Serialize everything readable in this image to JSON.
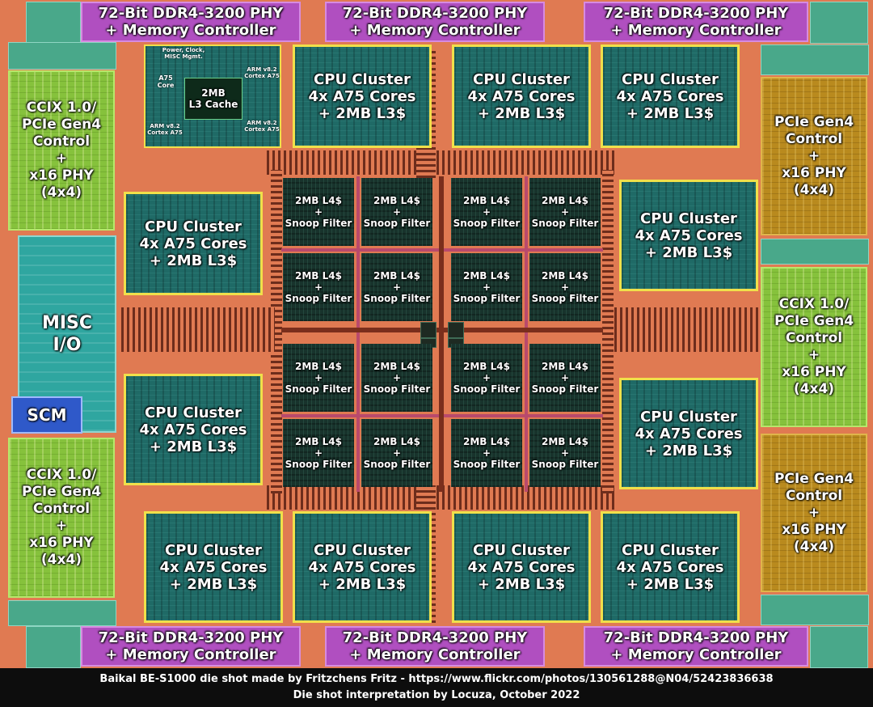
{
  "memory_controller_label": "72-Bit DDR4-3200 PHY\n+ Memory Controller",
  "cpu_cluster_label": "CPU Cluster\n4x A75 Cores\n+ 2MB L3$",
  "l4_label": "2MB L4$\n+\nSnoop Filter",
  "ccix_label": "CCIX 1.0/\nPCIe Gen4\nControl\n+\nx16 PHY\n(4x4)",
  "pcie_label": "PCIe Gen4\nControl\n+\nx16 PHY\n(4x4)",
  "misc_io_label": "MISC\nI/O",
  "scm_label": "SCM",
  "zoom_cluster": {
    "misc_mgmt": "Power, Clock,\nMISC Mgmt.",
    "a75_core": "A75\nCore",
    "l3_cache": "2MB\nL3 Cache",
    "armv82_cortex_a75": "ARM v8.2\nCortex A75"
  },
  "caption": {
    "line1": "Baikal BE-S1000 die shot made by Fritzchens Fritz - https://www.flickr.com/photos/130561288@N04/52423836638",
    "line2": "Die shot interpretation by Locuza, October 2022"
  },
  "colors": {
    "memory": "#b04fc0",
    "cpu_border": "#f0e04a",
    "ccix": "#86c23c",
    "pcie": "#b98a1e",
    "misc": "#2fa6a0",
    "scm": "#2f59c9",
    "substrate": "#e07a52"
  }
}
